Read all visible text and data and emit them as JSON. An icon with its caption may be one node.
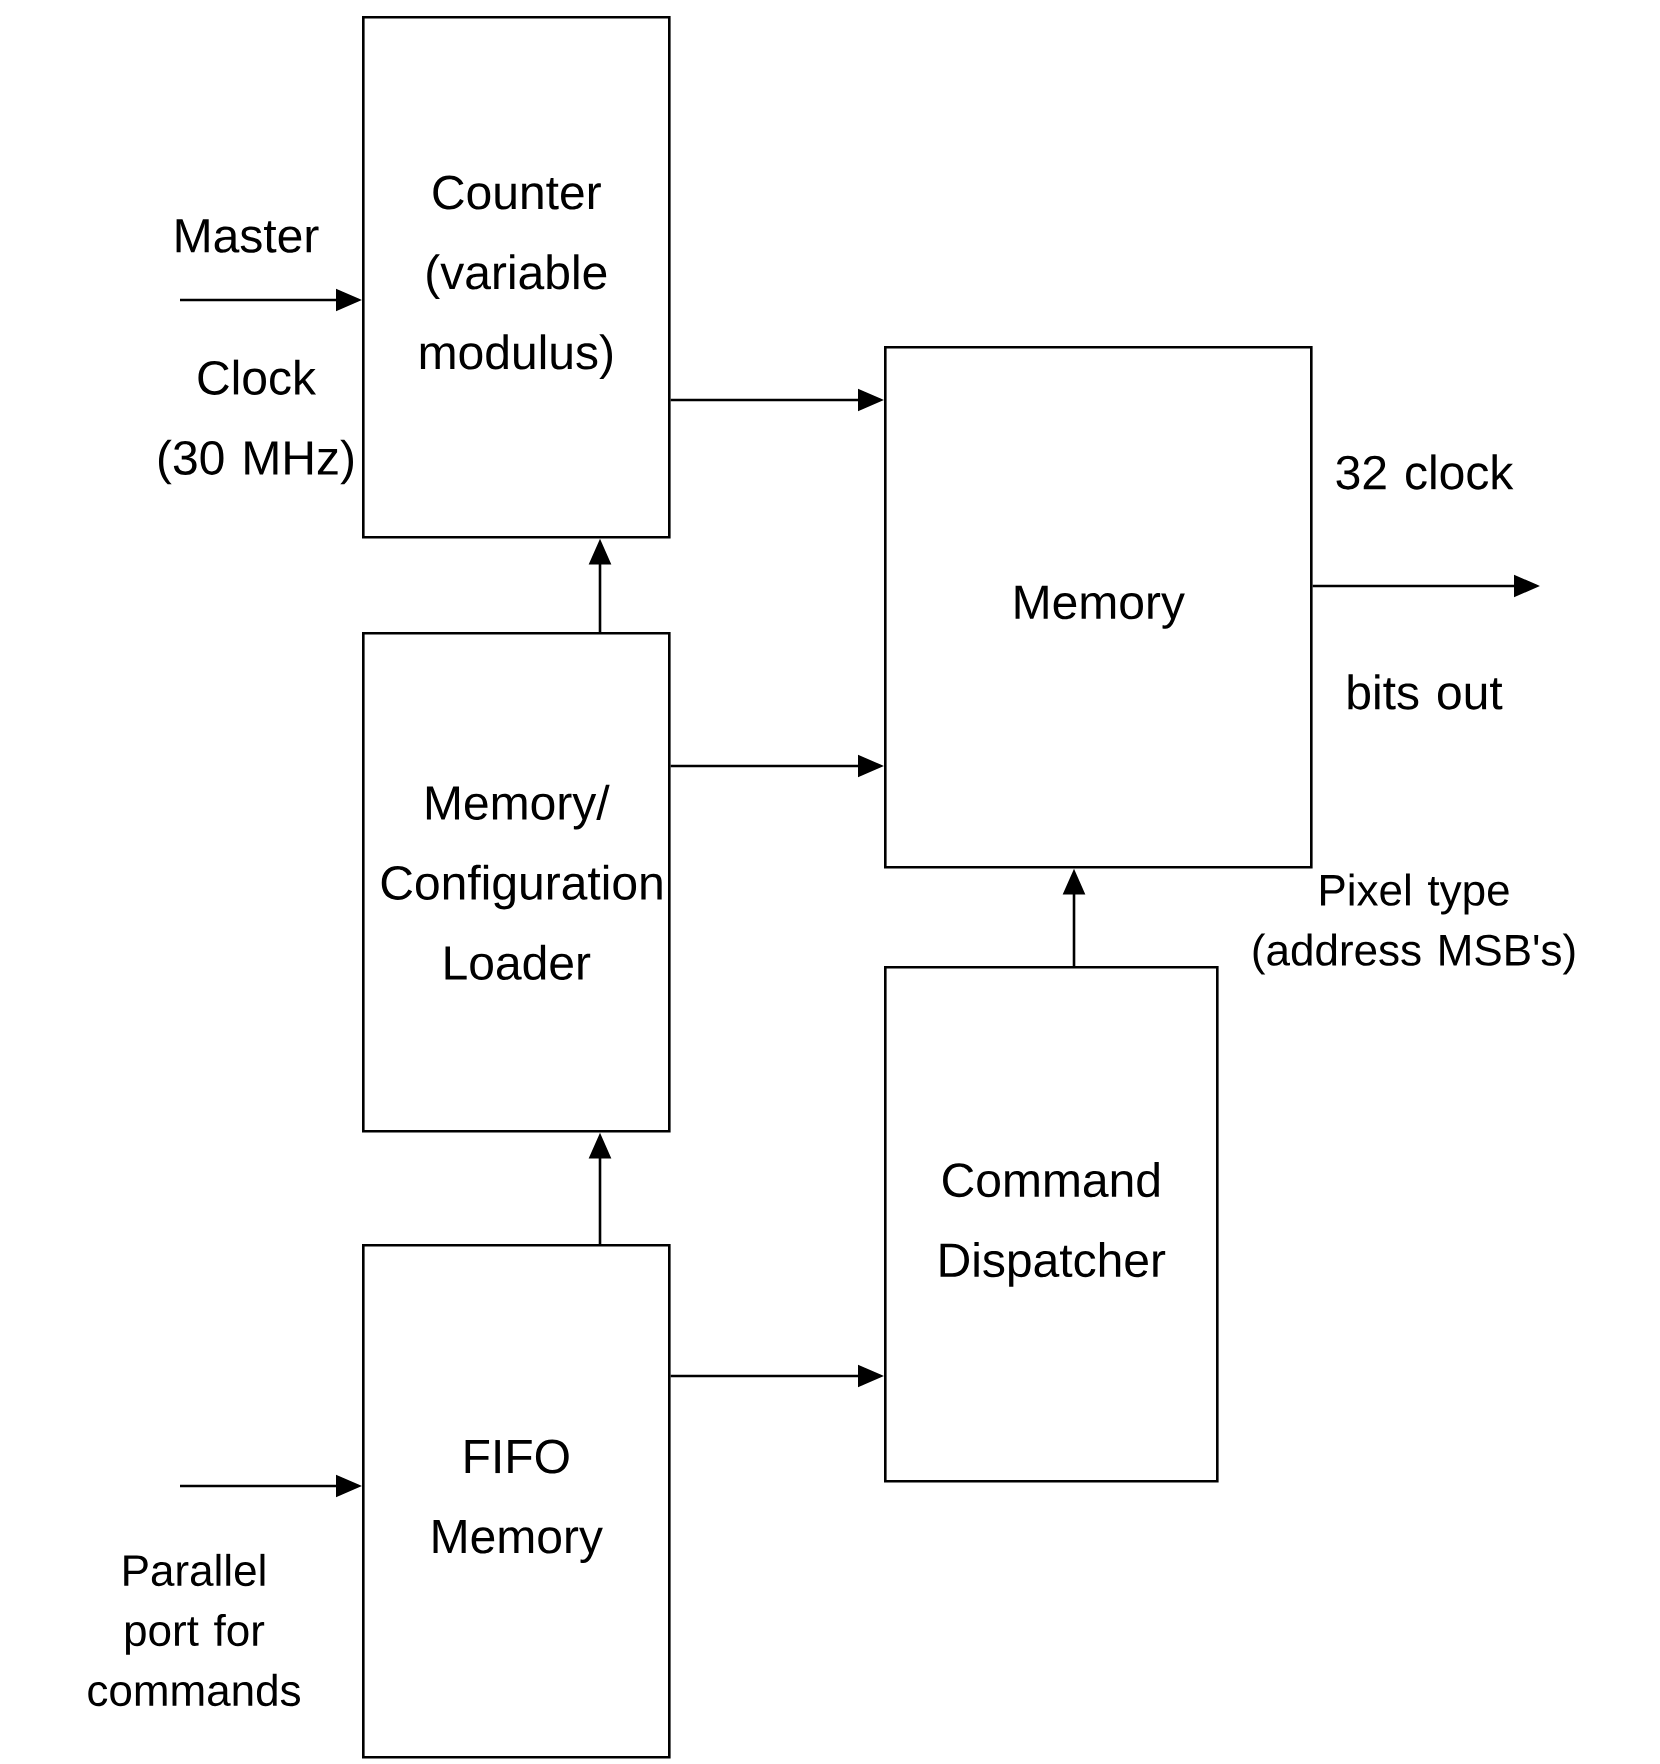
{
  "diagram": {
    "nodes": [
      {
        "text": [
          "Counter (variable modulus)"
        ]
      },
      {
        "text": [
          "Memory"
        ]
      },
      {
        "text": [
          "Memory/ Configuration Loader"
        ]
      },
      {
        "text": [
          "Command Dispatcher"
        ]
      },
      {
        "text": [
          "FIFO Memory"
        ]
      }
    ],
    "edges": [
      {
        "from": null,
        "to": 0,
        "arrow": "to"
      },
      {
        "from": 0,
        "to": 1,
        "arrow": "to"
      },
      {
        "from": 2,
        "to": 0,
        "arrow": "to"
      },
      {
        "from": 2,
        "to": 1,
        "arrow": "to"
      },
      {
        "from": 4,
        "to": 2,
        "arrow": "to"
      },
      {
        "from": 4,
        "to": 3,
        "arrow": "to"
      },
      {
        "from": 3,
        "to": 1,
        "arrow": "to",
        "label": "Pixel type (address MSB's)"
      },
      {
        "from": 1,
        "to": null,
        "arrow": "to"
      },
      {
        "from": null,
        "to": 4,
        "arrow": "to",
        "label": "Parallel port for commands"
      }
    ],
    "labels": [
      "Master",
      "32 clock",
      "Clock (30 MHz)",
      "bits out"
    ]
  }
}
